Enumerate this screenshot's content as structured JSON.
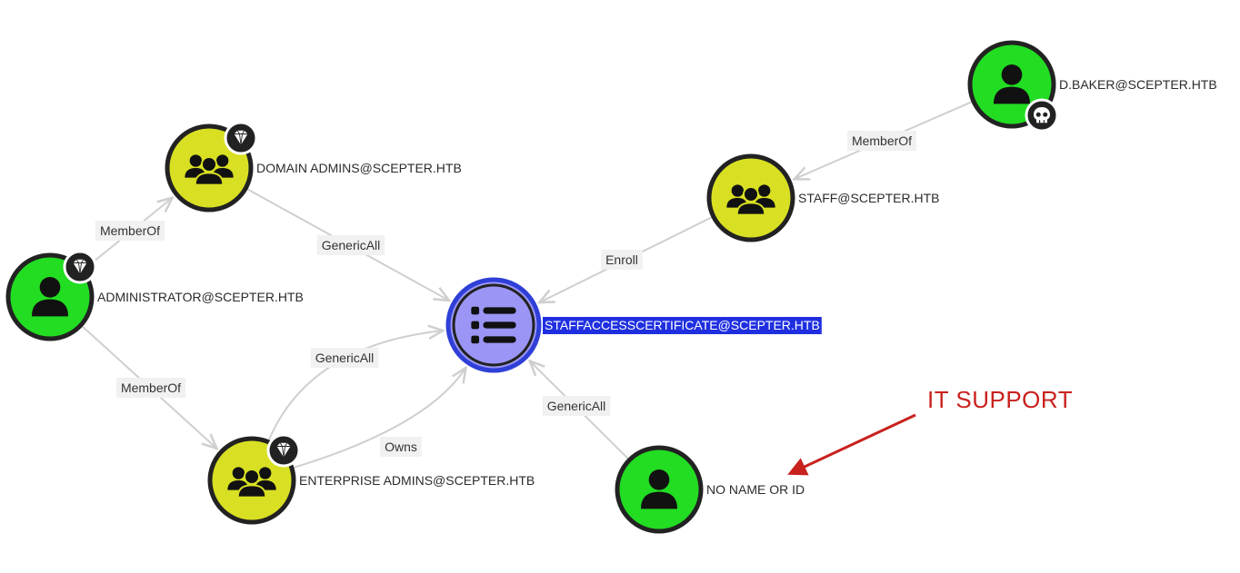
{
  "colors": {
    "user_fill": "#22dd22",
    "group_fill": "#d9e023",
    "template_fill": "#9b96f5",
    "template_ring": "#2f3fd8",
    "node_ring": "#222222",
    "edge": "#cfcfcf",
    "edge_label_bg": "#f1f1f1",
    "selected_label_bg": "#1f2fe0",
    "annotation": "#c8221e"
  },
  "nodes": [
    {
      "id": "dbaker",
      "kind": "user",
      "label": "D.BAKER@SCEPTER.HTB",
      "badge": "skull-icon"
    },
    {
      "id": "staff",
      "kind": "group",
      "label": "STAFF@SCEPTER.HTB"
    },
    {
      "id": "domainadmins",
      "kind": "group",
      "label": "DOMAIN ADMINS@SCEPTER.HTB",
      "badge": "gem-icon"
    },
    {
      "id": "administrator",
      "kind": "user",
      "label": "ADMINISTRATOR@SCEPTER.HTB",
      "badge": "gem-icon"
    },
    {
      "id": "cert",
      "kind": "template",
      "label": "STAFFACCESSCERTIFICATE@SCEPTER.HTB",
      "selected": true
    },
    {
      "id": "enterpriseadmins",
      "kind": "group",
      "label": "ENTERPRISE ADMINS@SCEPTER.HTB",
      "badge": "gem-icon"
    },
    {
      "id": "noname",
      "kind": "user",
      "label": "NO NAME OR ID"
    }
  ],
  "edges": [
    {
      "id": "e1",
      "from": "dbaker",
      "to": "staff",
      "label": "MemberOf"
    },
    {
      "id": "e2",
      "from": "staff",
      "to": "cert",
      "label": "Enroll"
    },
    {
      "id": "e3",
      "from": "administrator",
      "to": "domainadmins",
      "label": "MemberOf"
    },
    {
      "id": "e4",
      "from": "administrator",
      "to": "enterpriseadmins",
      "label": "MemberOf"
    },
    {
      "id": "e5",
      "from": "domainadmins",
      "to": "cert",
      "label": "GenericAll"
    },
    {
      "id": "e6",
      "from": "enterpriseadmins",
      "to": "cert",
      "label": "GenericAll"
    },
    {
      "id": "e7",
      "from": "enterpriseadmins",
      "to": "cert",
      "label": "Owns"
    },
    {
      "id": "e8",
      "from": "noname",
      "to": "cert",
      "label": "GenericAll"
    }
  ],
  "annotation": {
    "text": "IT SUPPORT",
    "points_to": "noname"
  }
}
